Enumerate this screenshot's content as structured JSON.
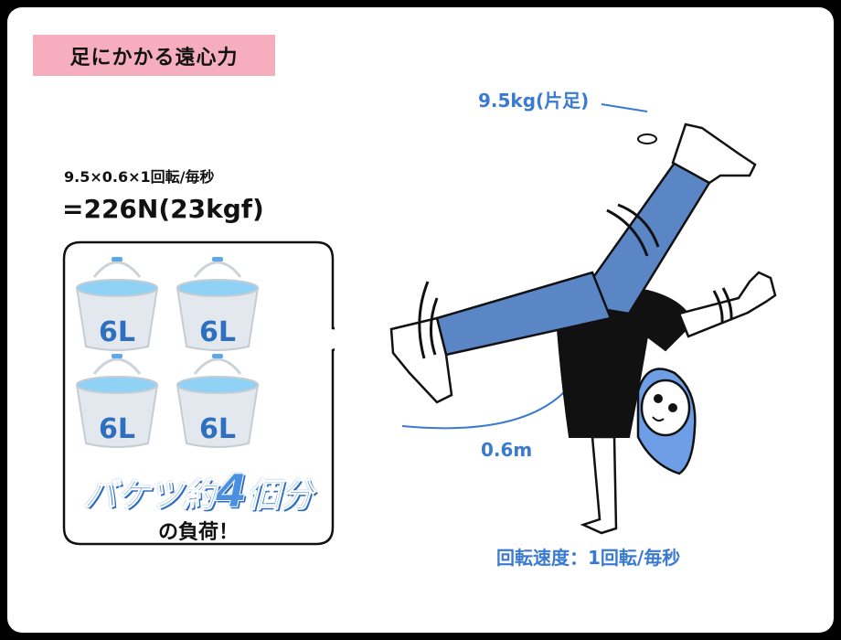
{
  "title": "足にかかる遠心力",
  "formula": {
    "line1": "9.5×0.6×1回転/毎秒",
    "line2": "=226N(23kgf)"
  },
  "buckets": [
    "6L",
    "6L",
    "6L",
    "6L"
  ],
  "bubble": {
    "main_prefix": "バケツ約",
    "main_number": "4",
    "main_suffix": "個分",
    "sub": "の負荷！"
  },
  "labels": {
    "mass": "9.5kg(片足)",
    "radius": "0.6m",
    "speed": "回転速度：1回転/毎秒"
  },
  "colors": {
    "title_bg": "#f6aebf",
    "accent_blue": "#3a7ad0",
    "jeans": "#5b86c6",
    "hair": "#6e9ee6",
    "water": "#8fd2f5"
  }
}
